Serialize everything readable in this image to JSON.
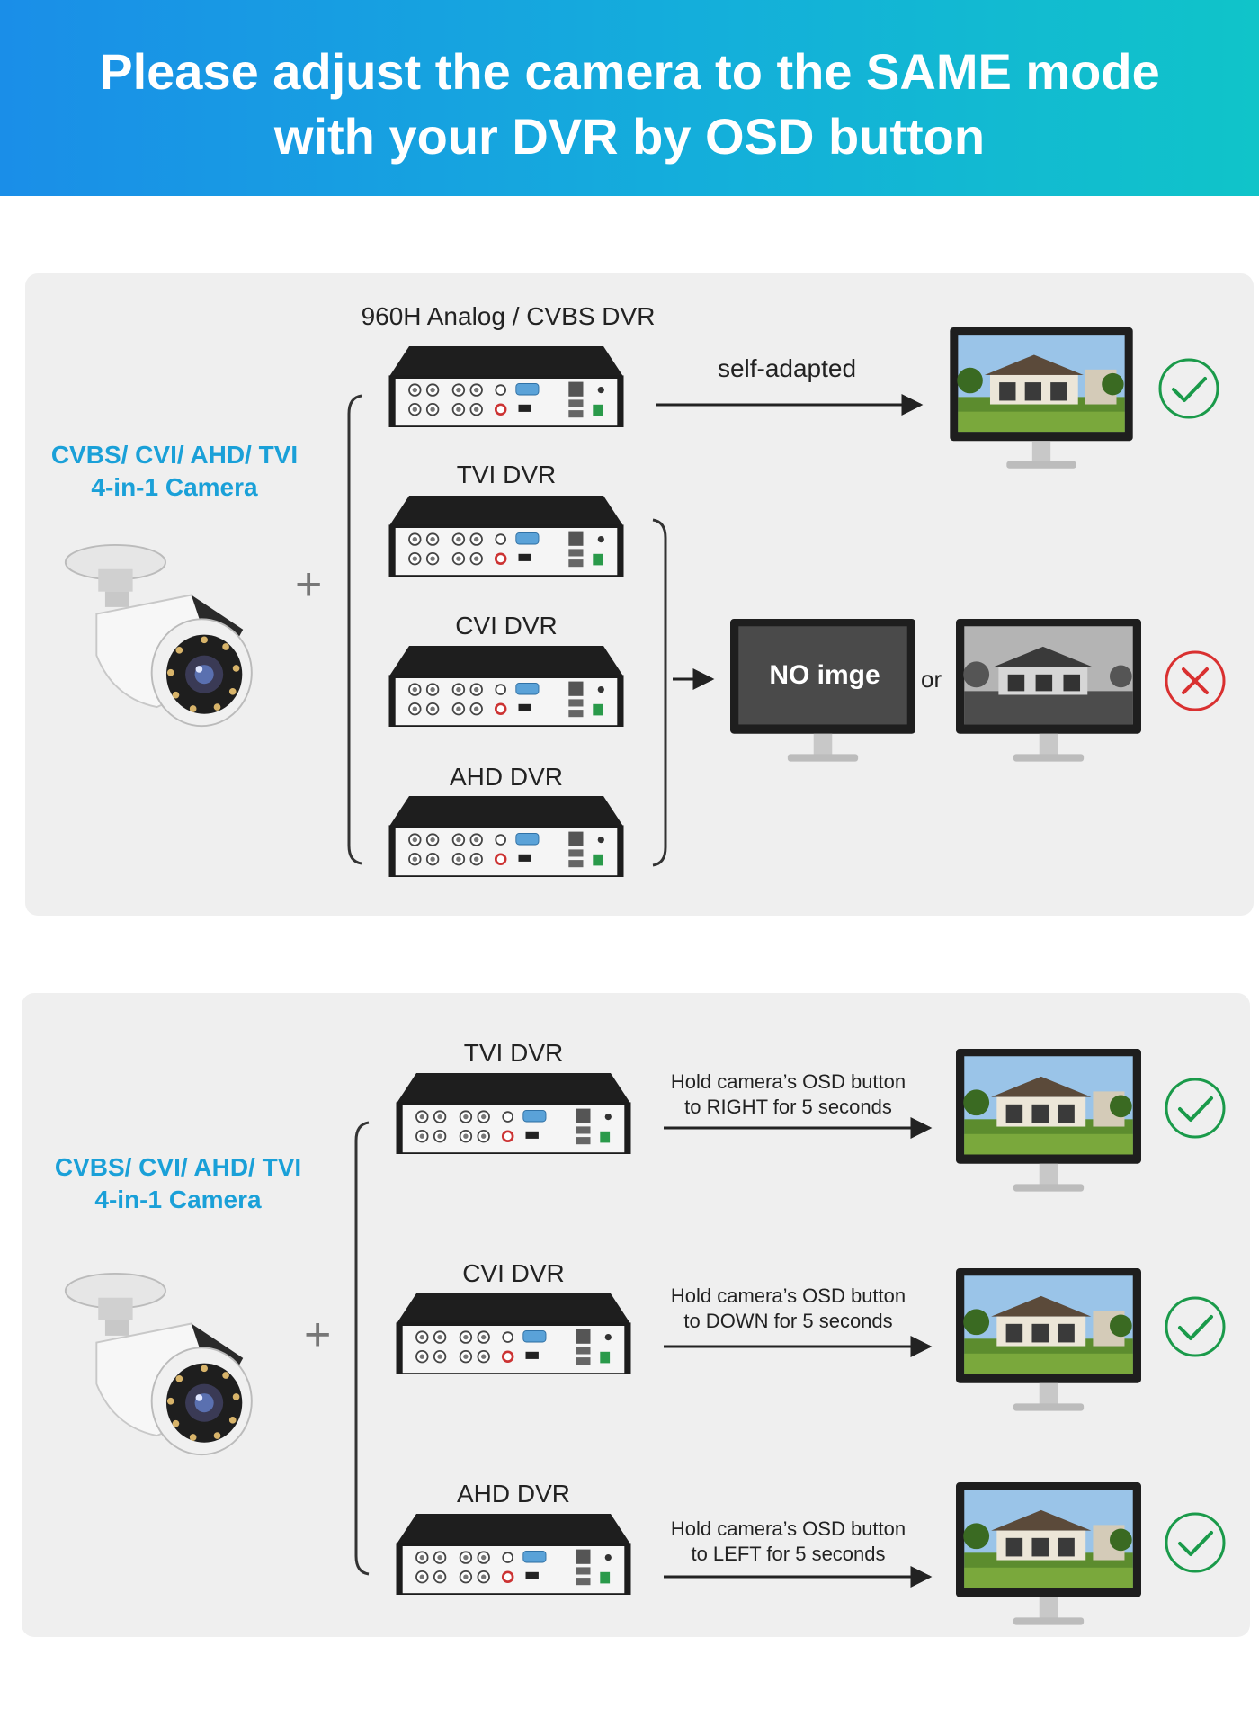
{
  "banner": {
    "title_line1": "Please adjust the camera to the SAME mode",
    "title_line2": "with your DVR by OSD button",
    "color": "#1aa0e0"
  },
  "panel1": {
    "camera_line1": "CVBS/ CVI/ AHD/ TVI",
    "camera_line2": "4-in-1 Camera",
    "plus": "+",
    "dvrs": [
      "960H Analog / CVBS DVR",
      "TVI DVR",
      "CVI DVR",
      "AHD DVR"
    ],
    "self_adapted": "self-adapted",
    "no_image": "NO imge",
    "or": "or",
    "check_icon": "check-circle-icon",
    "cross_icon": "cross-circle-icon",
    "check_color": "#1a9a4a",
    "cross_color": "#d93030"
  },
  "panel2": {
    "camera_line1": "CVBS/ CVI/ AHD/ TVI",
    "camera_line2": "4-in-1 Camera",
    "plus": "+",
    "rows": [
      {
        "dvr": "TVI DVR",
        "note_line1": "Hold camera’s OSD button",
        "note_line2": "to RIGHT for 5 seconds"
      },
      {
        "dvr": "CVI DVR",
        "note_line1": "Hold camera’s OSD button",
        "note_line2": "to DOWN for 5 seconds"
      },
      {
        "dvr": "AHD DVR",
        "note_line1": "Hold camera’s OSD button",
        "note_line2": "to LEFT for 5 seconds"
      }
    ]
  }
}
